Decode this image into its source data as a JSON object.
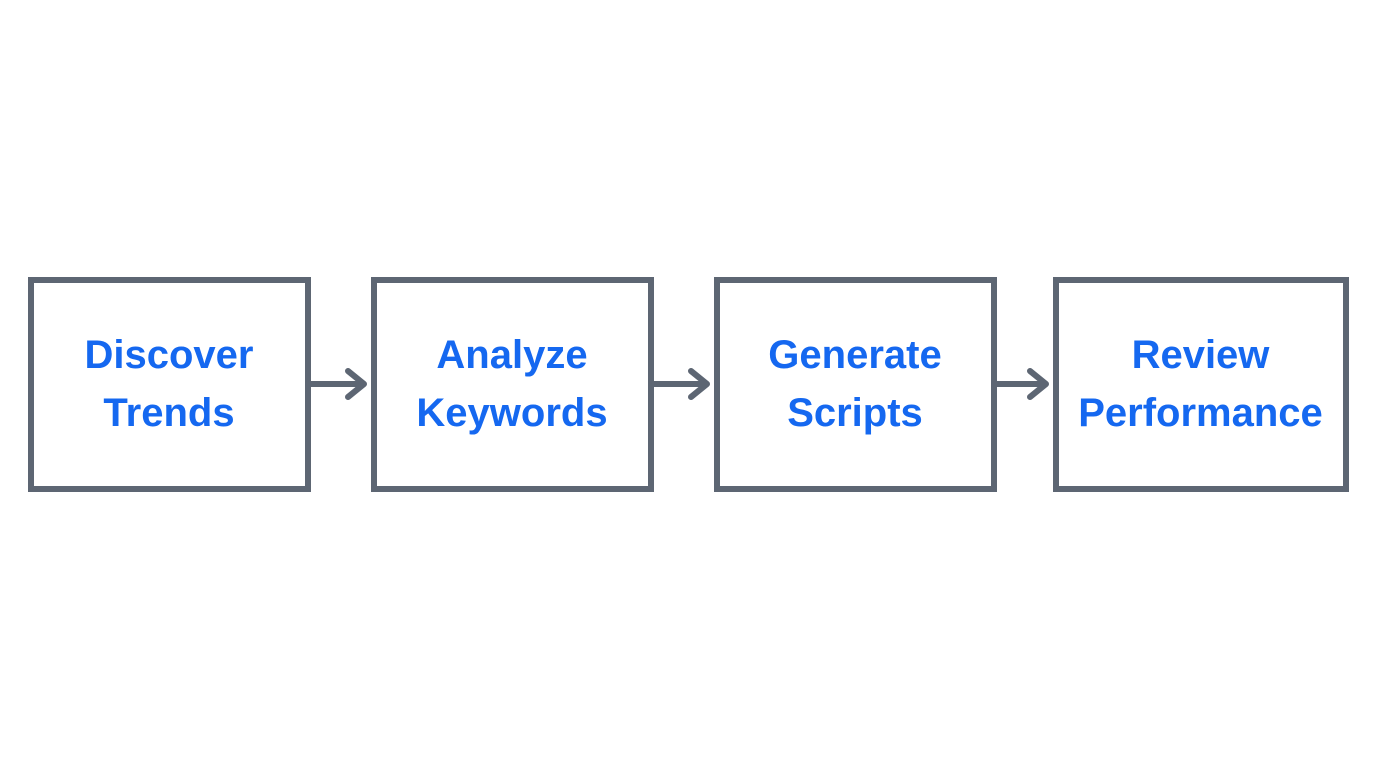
{
  "diagram": {
    "title": "",
    "type": "flowchart",
    "direction": "left-to-right",
    "steps": [
      {
        "id": "discover-trends",
        "lines": [
          "Discover",
          "Trends"
        ]
      },
      {
        "id": "analyze-keywords",
        "lines": [
          "Analyze",
          "Keywords"
        ]
      },
      {
        "id": "generate-scripts",
        "lines": [
          "Generate",
          "Scripts"
        ]
      },
      {
        "id": "review-performance",
        "lines": [
          "Review",
          "Performance"
        ]
      }
    ],
    "connectors": [
      {
        "from": "discover-trends",
        "to": "analyze-keywords",
        "style": "arrow-right"
      },
      {
        "from": "analyze-keywords",
        "to": "generate-scripts",
        "style": "arrow-right"
      },
      {
        "from": "generate-scripts",
        "to": "review-performance",
        "style": "arrow-right"
      }
    ]
  },
  "colors": {
    "box_border": "#5d6673",
    "arrow": "#5d6673",
    "label_text": "#1568f0",
    "background": "#ffffff"
  }
}
